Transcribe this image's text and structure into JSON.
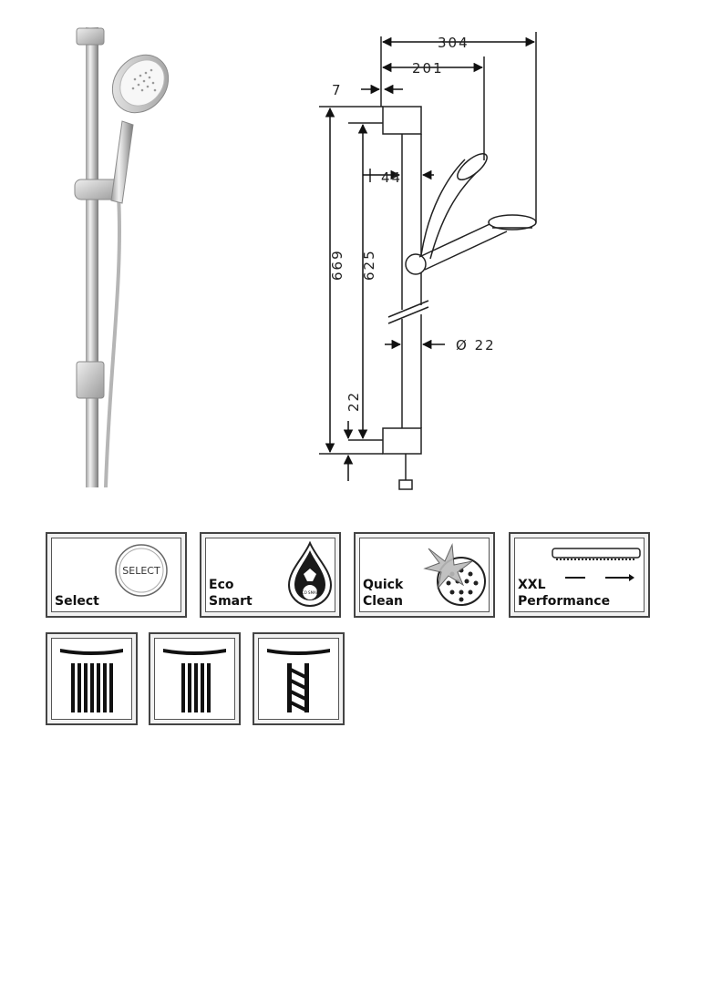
{
  "dimensions": {
    "total_depth": "304",
    "head_depth": "201",
    "wall_offset": "7",
    "bar_width": "44",
    "total_height": "669",
    "bracket_spacing": "625",
    "bottom_offset": "22",
    "pipe_diameter": "Ø 22"
  },
  "features": {
    "select": {
      "label": "Select",
      "badge": "SELECT"
    },
    "eco_smart": {
      "line1": "Eco",
      "line2": "Smart",
      "badge": "ECO SMART"
    },
    "quick_clean": {
      "line1": "Quick",
      "line2": "Clean"
    },
    "xxl_performance": {
      "line1": "XXL",
      "line2": "Performance"
    }
  }
}
